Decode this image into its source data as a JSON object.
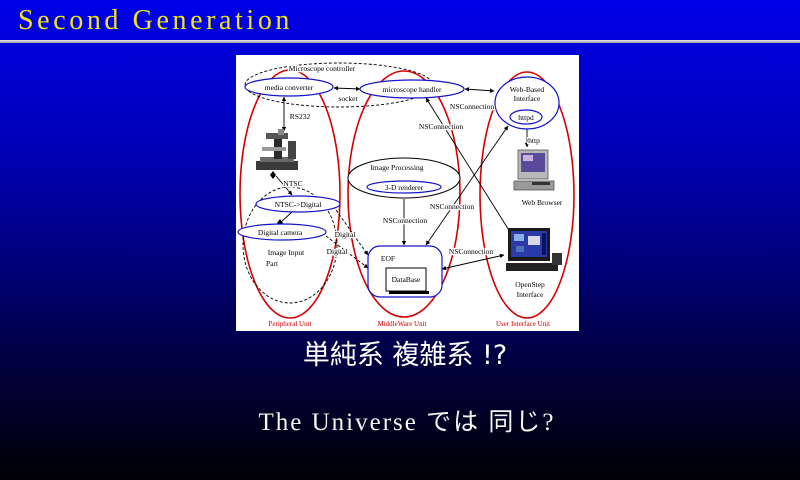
{
  "slide": {
    "title": "Second Generation",
    "line1": "単純系 複雑系 !?",
    "line2": "The Universe では 同じ?"
  },
  "colors": {
    "title": "#f2e41c",
    "unit_ellipse": "#d40000",
    "component_ellipse": "#1414c8",
    "background_top": "#0000e8",
    "background_bottom": "#000006"
  },
  "diagram": {
    "microscope_controller": "Microscope controller",
    "media_converter": "media converter",
    "microscope_handler": "microscope handler",
    "socket": "socket",
    "rs232": "RS232",
    "ntsc": "NTSC",
    "ntsc_digital": "NTSC->Digital",
    "digital_camera": "Digital camera",
    "digital_labels": [
      "Digital",
      "Digital"
    ],
    "image_input": "Image Input",
    "image_input_part": "Part",
    "image_processing": "Image Processing",
    "renderer": "3-D renderer",
    "eof": "EOF",
    "database": "DataBase",
    "nsconnection_labels": [
      "NSConnection",
      "NSConnection",
      "NSConnection",
      "NSConnection",
      "NSConnection"
    ],
    "web_based": "Web-Based",
    "web_interface": "Interface",
    "httpd": "httpd",
    "http": "http",
    "web_browser": "Web Browser",
    "openstep": "OpenStep",
    "openstep_interface": "Interface",
    "units": [
      "Peripheral Unit",
      "MiddleWare Unit",
      "User Interface Unit"
    ]
  }
}
